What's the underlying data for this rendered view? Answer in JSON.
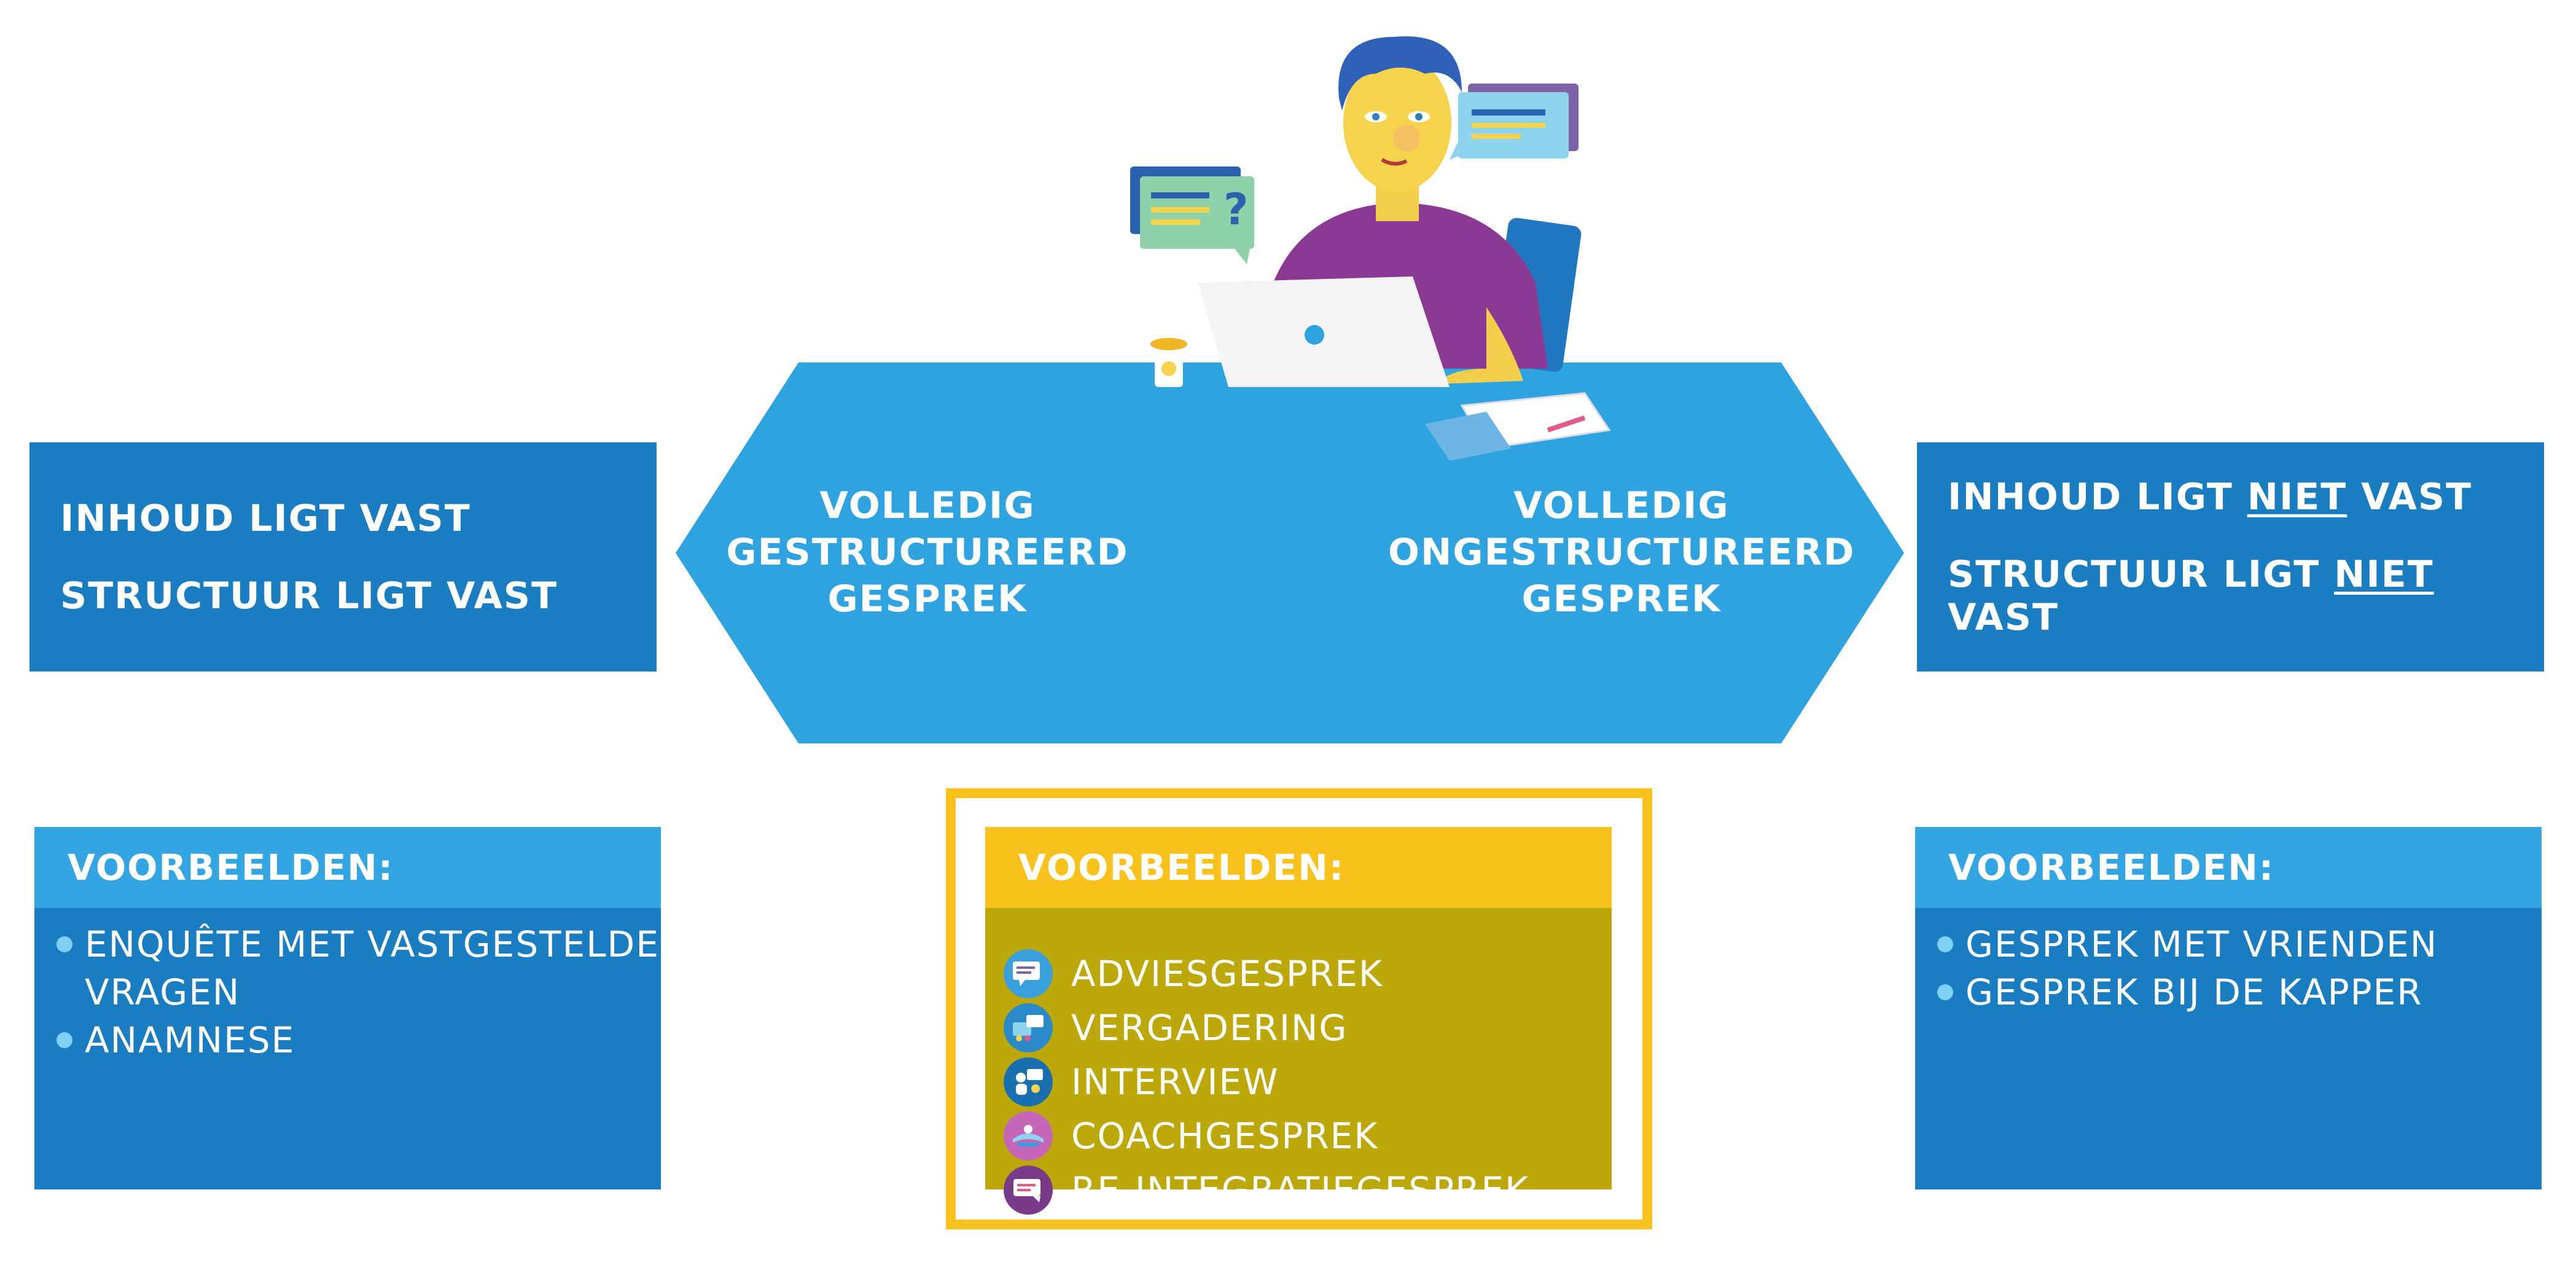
{
  "left": {
    "lines": [
      "INHOUD LIGT VAST",
      "STRUCTUUR LIGT VAST"
    ]
  },
  "center": {
    "left_label": "VOLLEDIG\nGESTRUCTUREERD\nGESPREK",
    "right_label": "VOLLEDIG\nONGESTRUCTUREERD\nGESPREK"
  },
  "right": {
    "line1_pre": "INHOUD LIGT ",
    "line1_emph": "NIET",
    "line1_post": " VAST",
    "line2_pre": "STRUCTUUR LIGT ",
    "line2_emph": "NIET",
    "line2_post": " VAST"
  },
  "examples_left": {
    "header": "VOORBEELDEN:",
    "items": [
      "ENQUÊTE MET VASTGESTELDE\nVRAGEN",
      "ANAMNESE"
    ]
  },
  "examples_middle": {
    "header": "VOORBEELDEN:",
    "items": [
      {
        "label": "ADVIESGESPREK",
        "icon": "advice-chat-icon",
        "color": "#3aa0dc"
      },
      {
        "label": "VERGADERING",
        "icon": "meeting-icon",
        "color": "#2a8ac9"
      },
      {
        "label": "INTERVIEW",
        "icon": "interview-icon",
        "color": "#1a6fb0"
      },
      {
        "label": "COACHGESPREK",
        "icon": "coach-icon",
        "color": "#c566b8"
      },
      {
        "label": "RE-INTEGRATIEGESPREK",
        "icon": "reintegration-icon",
        "color": "#7a3a8a"
      }
    ]
  },
  "examples_right": {
    "header": "VOORBEELDEN:",
    "items": [
      "GESPREK MET VRIENDEN",
      "GESPREK BIJ DE KAPPER"
    ]
  },
  "colors": {
    "dark_blue": "#1a7cc1",
    "light_blue": "#2ea3e0",
    "header_blue": "#32a5e2",
    "gold": "#f9c11c",
    "olive": "#bda80a"
  }
}
